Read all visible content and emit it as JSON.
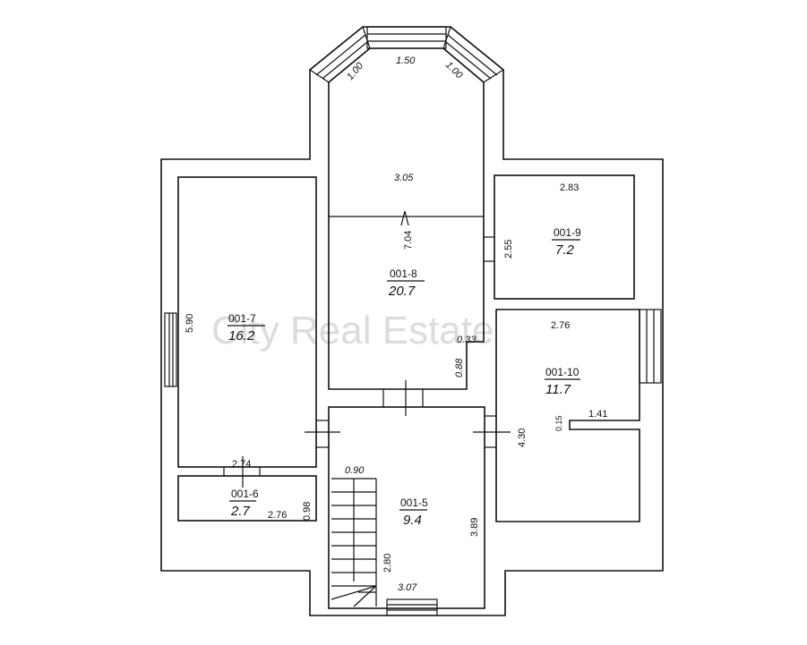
{
  "watermark": "City Real Estate",
  "rooms": [
    {
      "id": "001-7",
      "area": "16.2"
    },
    {
      "id": "001-8",
      "area": "20.7"
    },
    {
      "id": "001-9",
      "area": "7.2"
    },
    {
      "id": "001-10",
      "area": "11.7"
    },
    {
      "id": "001-5",
      "area": "9.4"
    },
    {
      "id": "001-6",
      "area": "2.7"
    }
  ],
  "dimensions": {
    "bay_left": "1.00",
    "bay_center": "1.50",
    "bay_right": "1.00",
    "r8_width": "3.05",
    "r8_length": "7.04",
    "r8_step_w": "0.33",
    "r8_step_h": "0.88",
    "r9_width": "2.83",
    "r9_height": "2.55",
    "r7_height": "5.90",
    "r7_width": "2.74",
    "r10_width": "2.76",
    "r10_height": "4.30",
    "r10_wall": "1.41",
    "r10_wall_t": "0.15",
    "r6_width": "2.76",
    "r6_height": "0.98",
    "r5_stair": "0.90",
    "r5_stair_len": "2.80",
    "r5_height": "3.89",
    "r5_width": "3.07"
  }
}
